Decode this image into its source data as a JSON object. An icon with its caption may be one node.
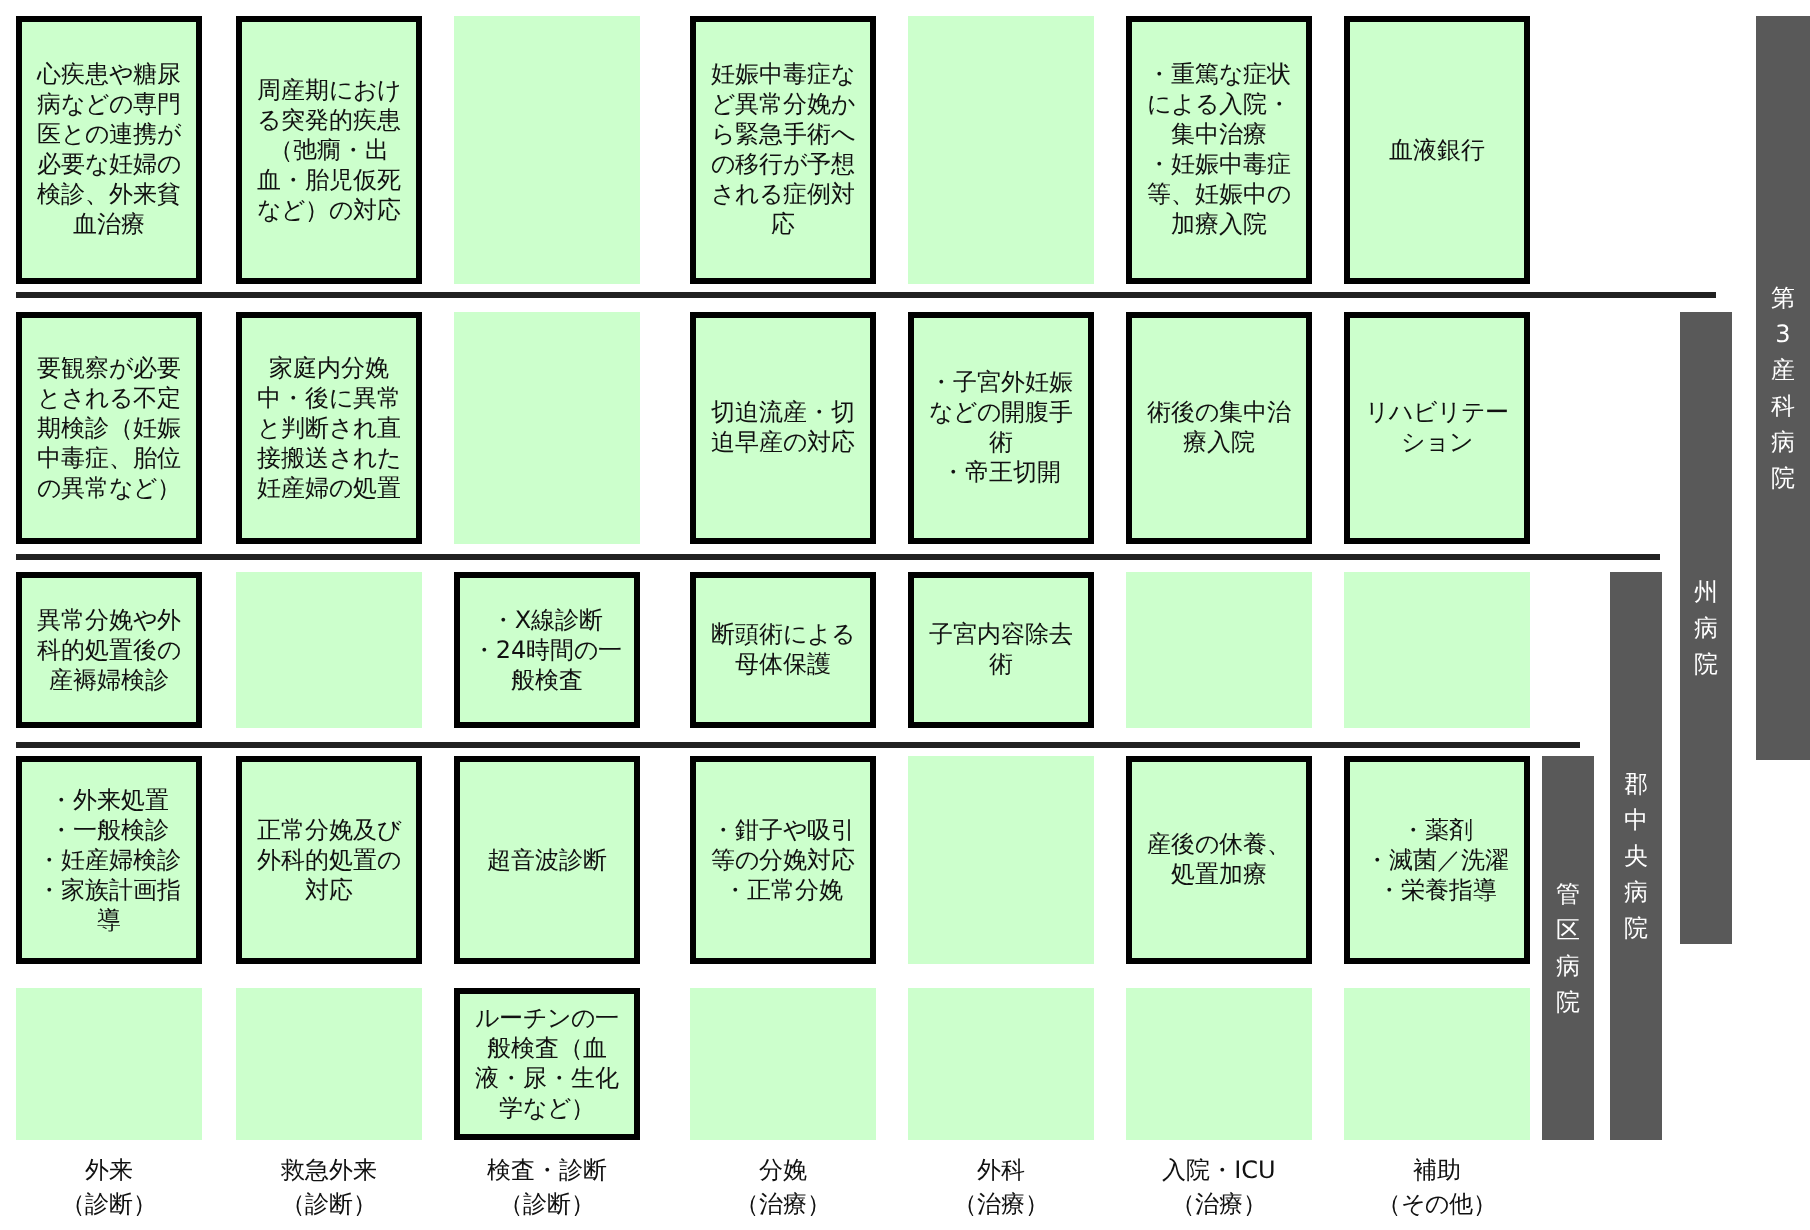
{
  "diagram": {
    "nodes": [
      {
        "text": [
          "心疾患や糖尿病などの専門医との連携が必要な妊婦の検診、外来貧血治療"
        ]
      },
      {
        "text": [
          "周産期における突発的疾患（弛癇・出血・胎児仮死など）の対応"
        ]
      },
      {
        "text": [],
        "shape": "box"
      },
      {
        "text": [
          "妊娠中毒症など異常分娩から緊急手術への移行が予想される症例対応"
        ]
      },
      {
        "text": [],
        "shape": "box"
      },
      {
        "text": [
          "・重篤な症状による入院・集中治療",
          "・妊娠中毒症等、妊娠中の加療入院"
        ]
      },
      {
        "text": [
          "血液銀行"
        ]
      },
      {
        "text": [
          "要観察が必要とされる不定期検診（妊娠中毒症、胎位の異常など）"
        ]
      },
      {
        "text": [
          "家庭内分娩中・後に異常と判断され直接搬送された妊産婦の処置"
        ]
      },
      {
        "text": [],
        "shape": "box"
      },
      {
        "text": [
          "切迫流産・切迫早産の対応"
        ]
      },
      {
        "text": [
          "・子宮外妊娠などの開腹手術",
          "・帝王切開"
        ]
      },
      {
        "text": [
          "術後の集中治療入院"
        ]
      },
      {
        "text": [
          "リハビリテーション"
        ]
      },
      {
        "text": [
          "異常分娩や外科的処置後の産褥婦検診"
        ]
      },
      {
        "text": [],
        "shape": "box"
      },
      {
        "text": [
          "・X線診断",
          "・24時間の一般検査"
        ]
      },
      {
        "text": [
          "断頭術による母体保護"
        ]
      },
      {
        "text": [
          "子宮内容除去術"
        ]
      },
      {
        "text": [],
        "shape": "box"
      },
      {
        "text": [],
        "shape": "box"
      },
      {
        "text": [
          "・外来処置",
          "・一般検診",
          "・妊産婦検診",
          "・家族計画指導"
        ]
      },
      {
        "text": [
          "正常分娩及び外科的処置の対応"
        ]
      },
      {
        "text": [
          "超音波診断"
        ]
      },
      {
        "text": [
          "・鉗子や吸引等の分娩対応",
          "・正常分娩"
        ]
      },
      {
        "text": [],
        "shape": "box"
      },
      {
        "text": [
          "産後の休養、処置加療"
        ]
      },
      {
        "text": [
          "・薬剤",
          "・滅菌／洗濯",
          "・栄養指導"
        ]
      },
      {
        "text": [],
        "shape": "box"
      },
      {
        "text": [],
        "shape": "box"
      },
      {
        "text": [
          "ルーチンの一般検査（血液・尿・生化学など）"
        ]
      },
      {
        "text": [],
        "shape": "box"
      },
      {
        "text": [],
        "shape": "box"
      },
      {
        "text": [],
        "shape": "box"
      },
      {
        "text": [],
        "shape": "box"
      },
      {
        "text": [
          "第3産科病院"
        ]
      },
      {
        "text": [
          "州病院"
        ]
      },
      {
        "text": [
          "郡中央病院"
        ]
      },
      {
        "text": [
          "管区病院"
        ]
      }
    ],
    "edges": [],
    "labels": [
      "外来（診断）",
      "救急外来（診断）",
      "検査・診断（診断）",
      "分娩（治療）",
      "外科（治療）",
      "入院・ICU（治療）",
      "補助（その他）"
    ]
  }
}
